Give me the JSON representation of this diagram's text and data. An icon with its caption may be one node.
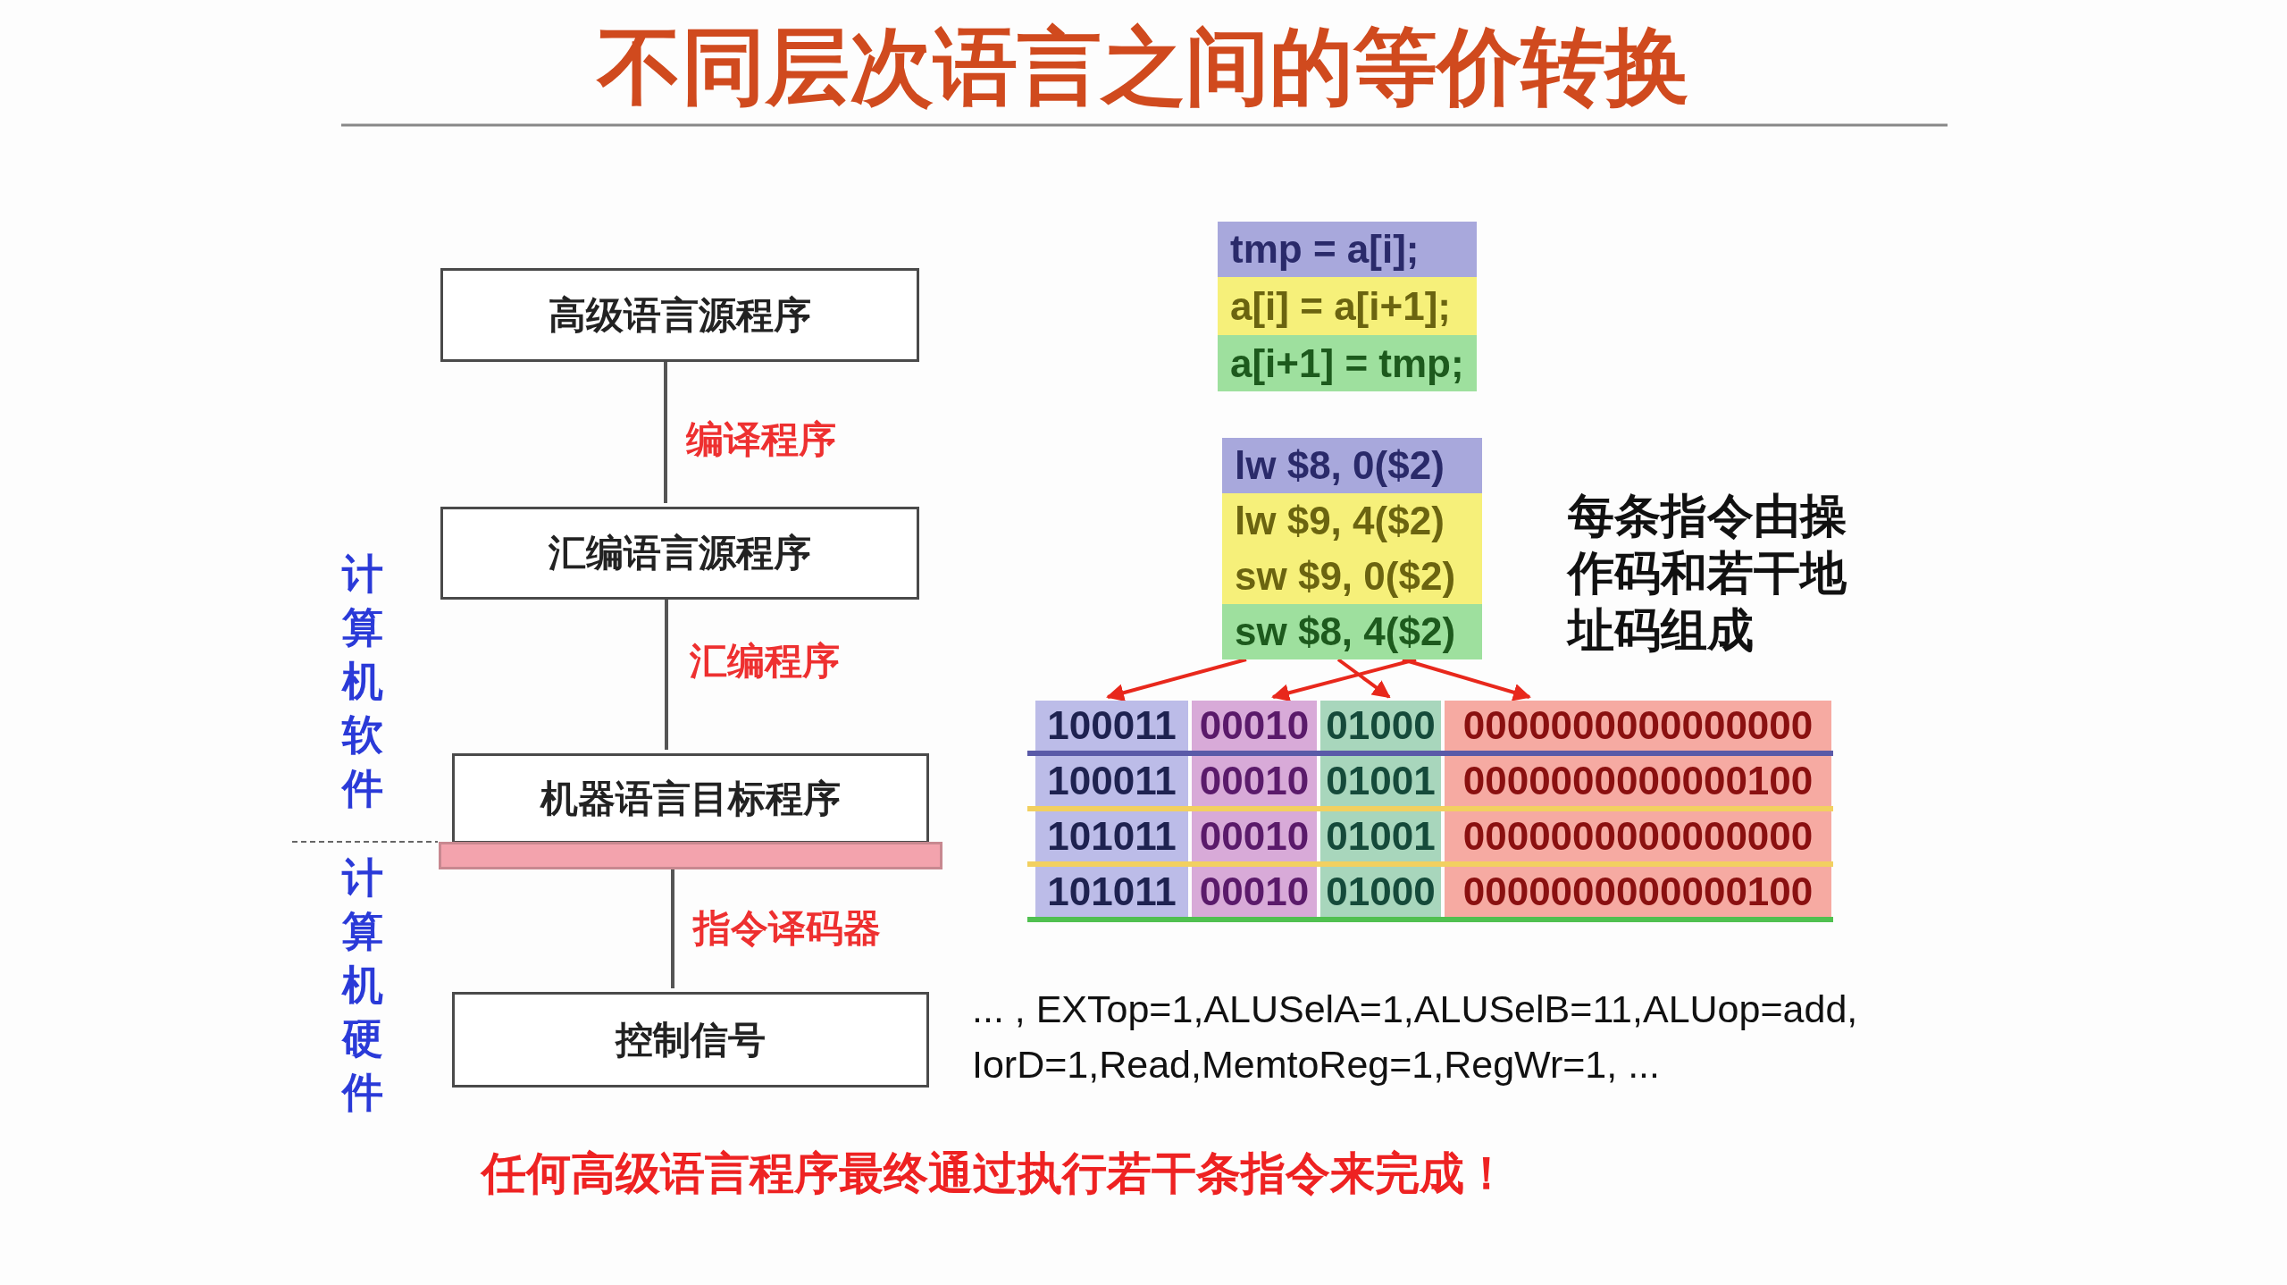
{
  "diagram": {
    "title": "不同层次语言之间的等价转换",
    "nodes": [
      {
        "text": [
          "高级语言源程序"
        ]
      },
      {
        "text": [
          "汇编语言源程序"
        ]
      },
      {
        "text": [
          "机器语言目标程序"
        ]
      },
      {
        "text": [],
        "shape": "bar"
      },
      {
        "text": [
          "控制信号"
        ]
      },
      {
        "text": [
          "tmp = a[i];"
        ]
      },
      {
        "text": [
          "a[i] = a[i+1];"
        ]
      },
      {
        "text": [
          "a[i+1] = tmp;"
        ]
      },
      {
        "text": [
          "lw $8, 0($2)"
        ]
      },
      {
        "text": [
          "lw $9, 4($2)"
        ]
      },
      {
        "text": [
          "sw $9, 0($2)"
        ]
      },
      {
        "text": [
          "sw $8, 4($2)"
        ]
      },
      {
        "text": [
          "100011"
        ]
      },
      {
        "text": [
          "00010"
        ]
      },
      {
        "text": [
          "01000"
        ]
      },
      {
        "text": [
          "0000000000000000"
        ]
      },
      {
        "text": [
          "100011"
        ]
      },
      {
        "text": [
          "00010"
        ]
      },
      {
        "text": [
          "01001"
        ]
      },
      {
        "text": [
          "0000000000000100"
        ]
      },
      {
        "text": [
          "101011"
        ]
      },
      {
        "text": [
          "00010"
        ]
      },
      {
        "text": [
          "01001"
        ]
      },
      {
        "text": [
          "0000000000000000"
        ]
      },
      {
        "text": [
          "101011"
        ]
      },
      {
        "text": [
          "00010"
        ]
      },
      {
        "text": [
          "01000"
        ]
      },
      {
        "text": [
          "0000000000000100"
        ]
      }
    ],
    "edges": [
      {
        "from": 0,
        "to": 1,
        "arrow": "none",
        "label": "编译程序",
        "color": "#555555"
      },
      {
        "from": 1,
        "to": 2,
        "arrow": "none",
        "label": "汇编程序",
        "color": "#555555"
      },
      {
        "from": 3,
        "to": 4,
        "arrow": "none",
        "label": "指令译码器",
        "color": "#555555"
      },
      {
        "from": 11,
        "to": 12,
        "arrow": "to",
        "color": "#e8281c"
      },
      {
        "from": 11,
        "to": 13,
        "arrow": "to",
        "color": "#e8281c"
      },
      {
        "from": 11,
        "to": 14,
        "arrow": "to",
        "color": "#e8281c"
      },
      {
        "from": 11,
        "to": 15,
        "arrow": "to",
        "color": "#e8281c"
      }
    ],
    "labels": [
      "计算机软件",
      "计算机硬件",
      "每条指令由操作码和若干地址码组成",
      "... , EXTop=1,ALUSelA=1,ALUSelB=11,ALUop=add, IorD=1,Read,MemtoReg=1,RegWr=1, ...",
      "任何高级语言程序最终通过执行若干条指令来完成！"
    ]
  }
}
